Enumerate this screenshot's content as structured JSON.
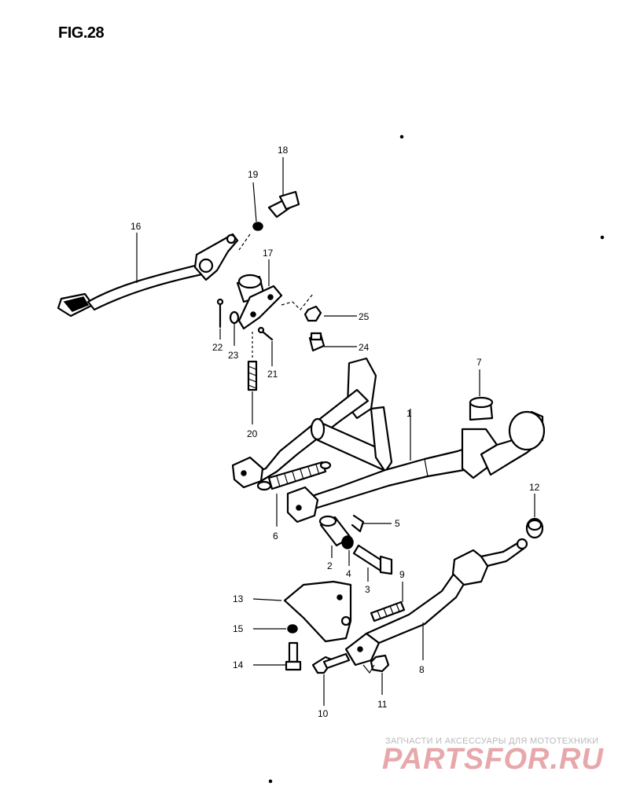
{
  "figure": {
    "title": "FIG.28"
  },
  "callouts": [
    {
      "id": "c1",
      "label": "1"
    },
    {
      "id": "c2",
      "label": "2"
    },
    {
      "id": "c3",
      "label": "3"
    },
    {
      "id": "c4",
      "label": "4"
    },
    {
      "id": "c5",
      "label": "5"
    },
    {
      "id": "c6",
      "label": "6"
    },
    {
      "id": "c7",
      "label": "7"
    },
    {
      "id": "c8",
      "label": "8"
    },
    {
      "id": "c9",
      "label": "9"
    },
    {
      "id": "c10",
      "label": "10"
    },
    {
      "id": "c11",
      "label": "11"
    },
    {
      "id": "c12",
      "label": "12"
    },
    {
      "id": "c13",
      "label": "13"
    },
    {
      "id": "c14",
      "label": "14"
    },
    {
      "id": "c15",
      "label": "15"
    },
    {
      "id": "c16",
      "label": "16"
    },
    {
      "id": "c17",
      "label": "17"
    },
    {
      "id": "c18",
      "label": "18"
    },
    {
      "id": "c19",
      "label": "19"
    },
    {
      "id": "c20",
      "label": "20"
    },
    {
      "id": "c21",
      "label": "21"
    },
    {
      "id": "c22",
      "label": "22"
    },
    {
      "id": "c23",
      "label": "23"
    },
    {
      "id": "c24",
      "label": "24"
    },
    {
      "id": "c25",
      "label": "25"
    }
  ],
  "watermark": {
    "caption": "ЗАПЧАСТИ И АКСЕССУАРЫ ДЛЯ МОТОТЕХНИКИ",
    "logo": "PARTSFOR.RU",
    "color_caption": "#b9b9b9",
    "color_logo": "#e7a7ab"
  }
}
